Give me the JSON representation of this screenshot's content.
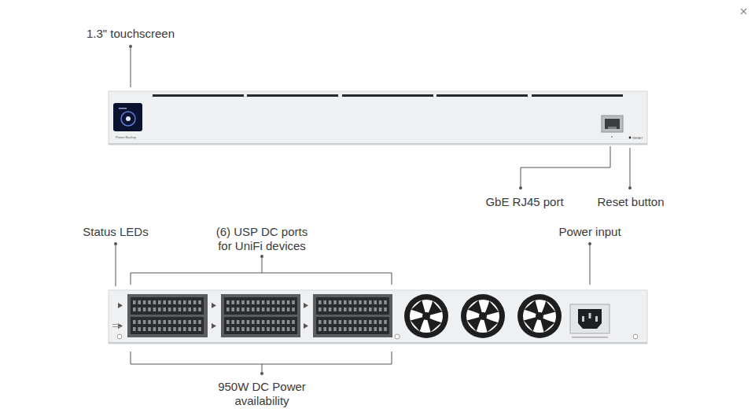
{
  "diagram": {
    "labels": [
      "1.3\" touchscreen",
      "Power Backup",
      "GbE RJ45 port",
      "Reset button",
      "RESET",
      "Status LEDs",
      "(6) USP DC ports for UniFi devices",
      "Power input",
      "950W DC Power availability"
    ]
  }
}
